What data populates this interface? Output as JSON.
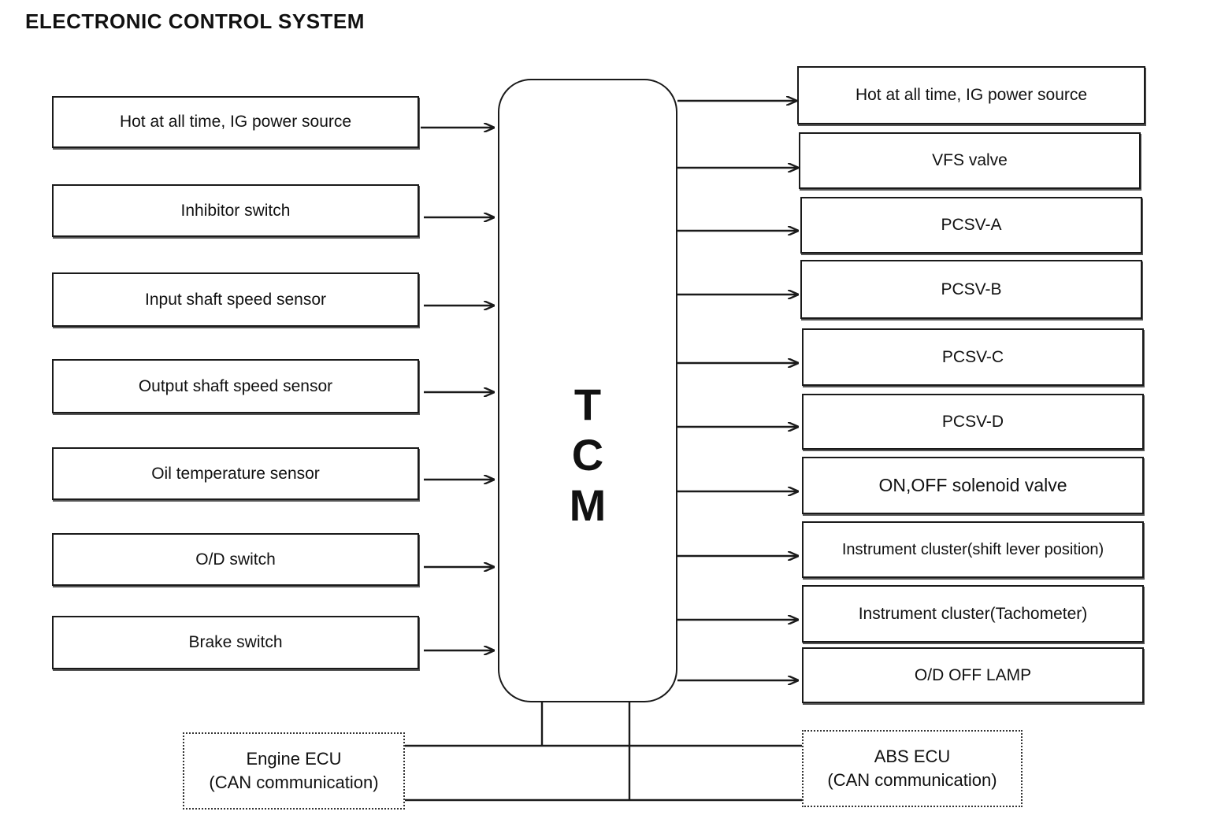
{
  "title": "ELECTRONIC CONTROL SYSTEM",
  "tcm": {
    "label": "TCM"
  },
  "inputs": [
    "Hot at all time, IG power source",
    "Inhibitor switch",
    "Input shaft speed sensor",
    "Output shaft speed sensor",
    "Oil temperature sensor",
    "O/D switch",
    "Brake switch"
  ],
  "outputs": [
    "Hot at all time, IG power source",
    "VFS valve",
    "PCSV-A",
    "PCSV-B",
    "PCSV-C",
    "PCSV-D",
    "ON,OFF solenoid valve",
    "Instrument cluster(shift lever position)",
    "Instrument cluster(Tachometer)",
    "O/D OFF LAMP"
  ],
  "can_nodes": {
    "engine": {
      "line1": "Engine ECU",
      "line2": "(CAN communication)"
    },
    "abs": {
      "line1": "ABS ECU",
      "line2": "(CAN communication)"
    }
  }
}
